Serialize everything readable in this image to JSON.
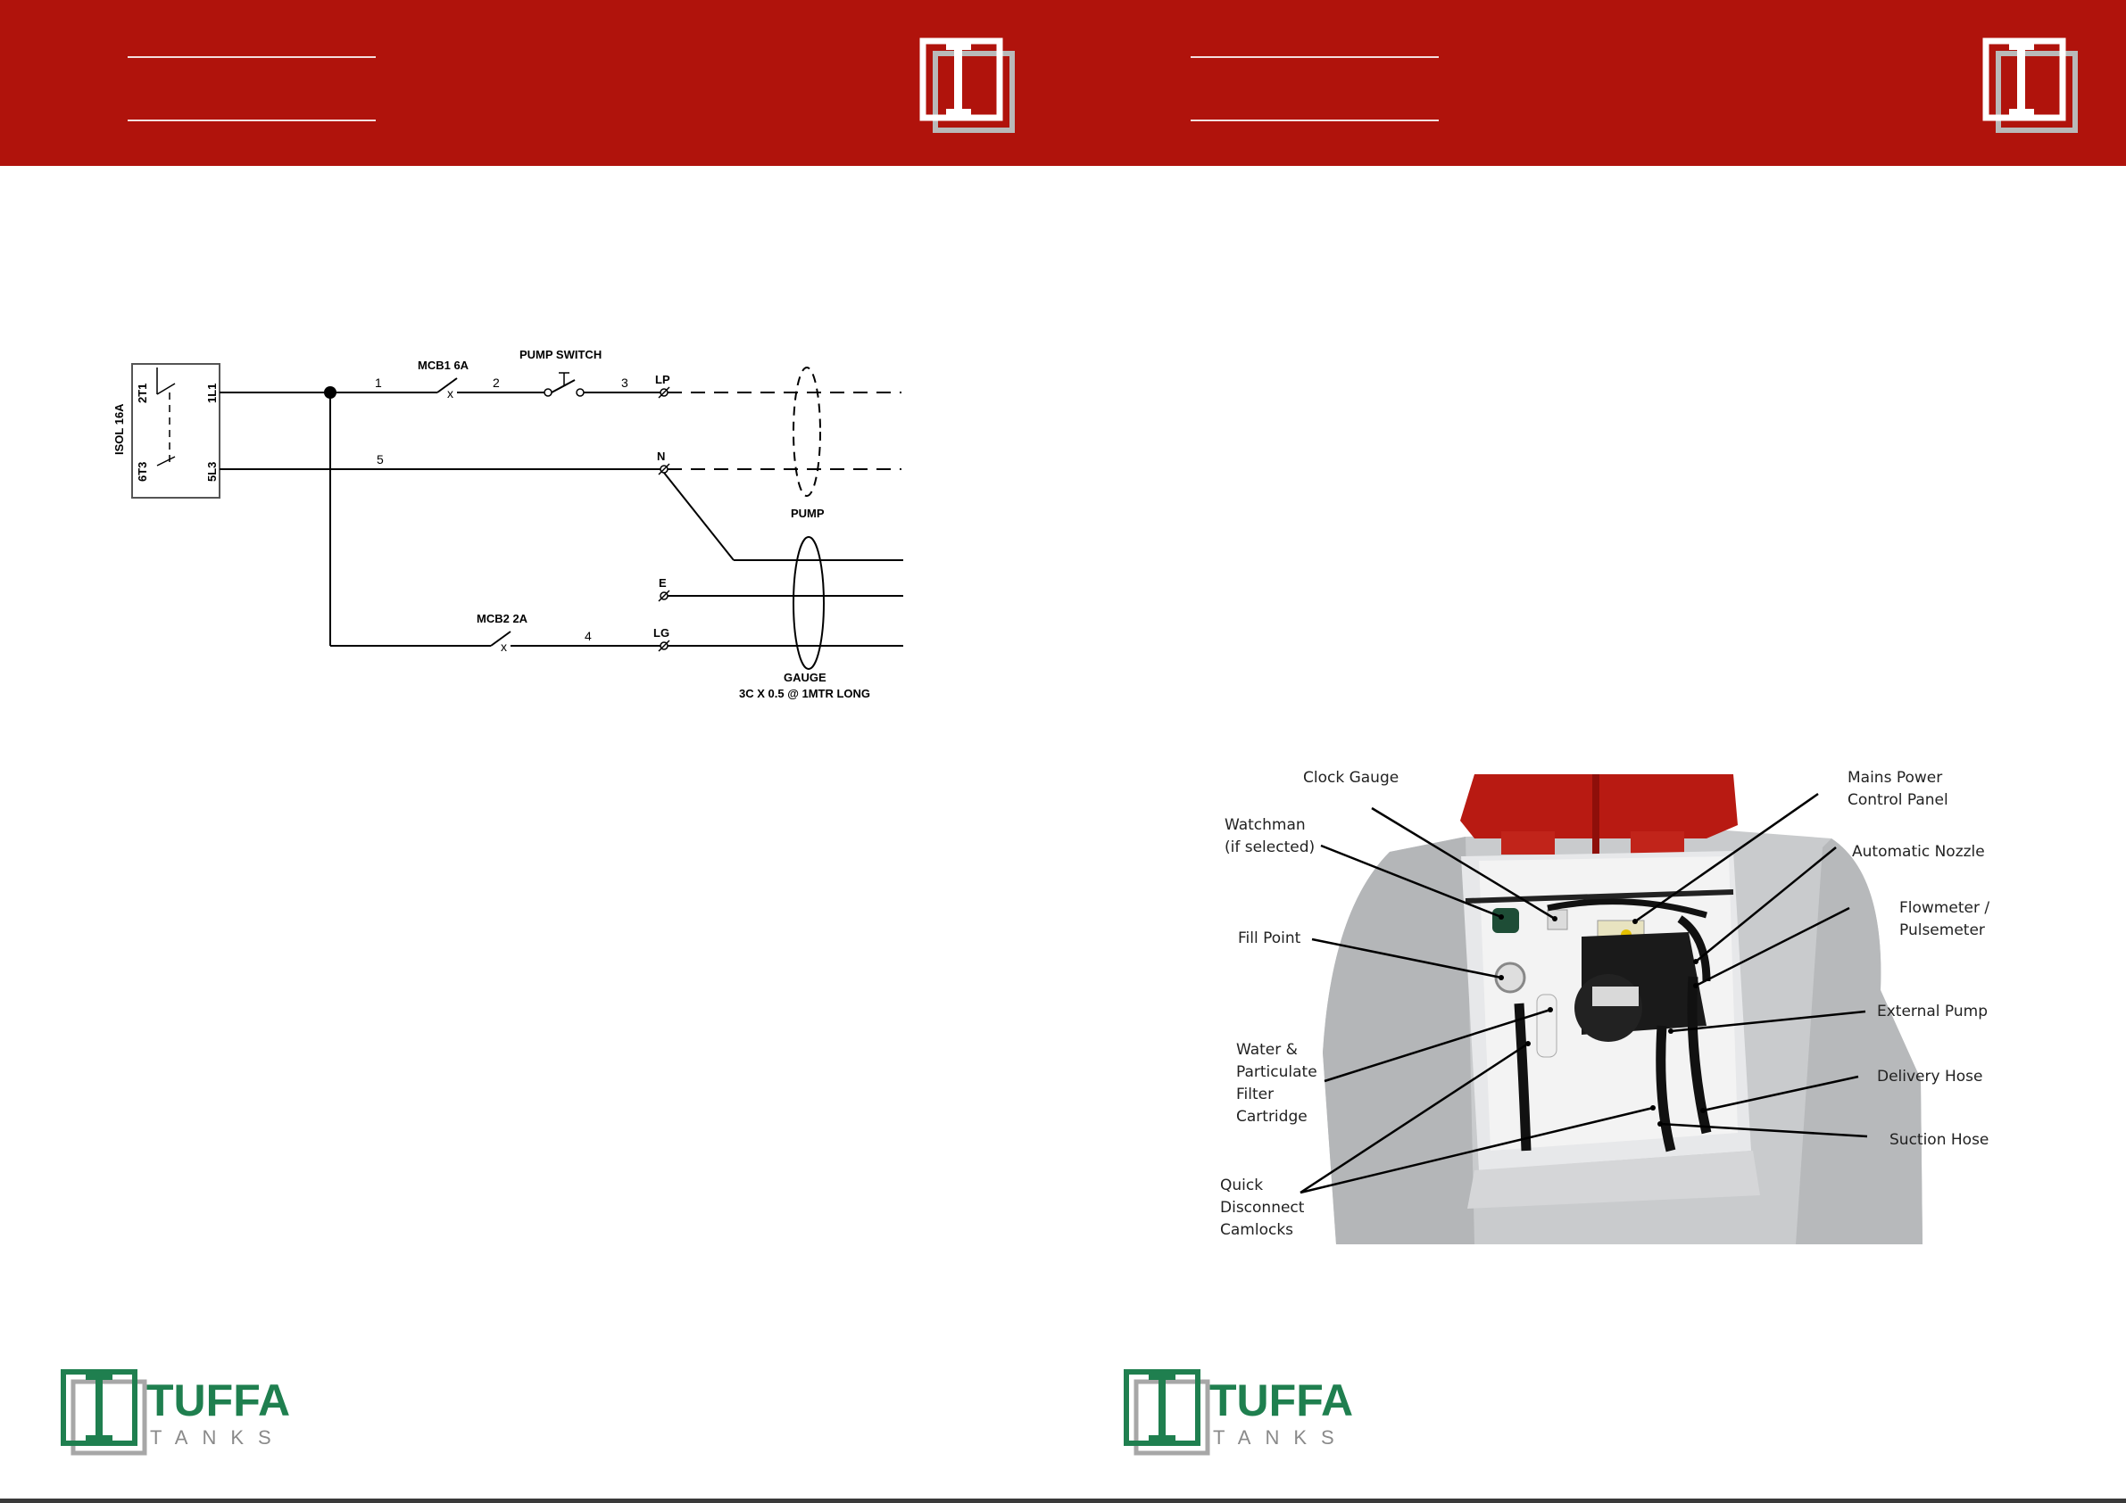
{
  "brand": {
    "name": "TUFFA",
    "sub": "TANKS",
    "colors": {
      "header_red": "#b0130c",
      "brand_green": "#1f7f4f",
      "logo_grey": "#9a9a9a"
    }
  },
  "schematic": {
    "isolator": "ISOL 16A",
    "isolator_terminals": {
      "t1": "2T1",
      "t2": "6T3",
      "t3": "1L1",
      "t4": "5L3"
    },
    "mcb1": "MCB1 6A",
    "pump_switch": "PUMP SWITCH",
    "mcb2": "MCB2 2A",
    "wire_numbers": [
      "1",
      "2",
      "3",
      "5",
      "4"
    ],
    "terminals": {
      "lp": "LP",
      "n": "N",
      "e": "E",
      "lg": "LG"
    },
    "pump_label": "PUMP",
    "gauge_label": "GAUGE",
    "gauge_cable": "3C X 0.5 @ 1MTR LONG"
  },
  "photo_callouts": {
    "clock_gauge": "Clock Gauge",
    "watchman": "Watchman\n(if selected)",
    "fill_point": "Fill Point",
    "filter": "Water &\nParticulate\nFilter\nCartridge",
    "camlocks": "Quick\nDisconnect\nCamlocks",
    "mains_power": "Mains Power\nControl Panel",
    "nozzle": "Automatic Nozzle",
    "flowmeter": "Flowmeter /\nPulsemeter",
    "external_pump": "External Pump",
    "delivery_hose": "Delivery Hose",
    "suction_hose": "Suction Hose"
  }
}
